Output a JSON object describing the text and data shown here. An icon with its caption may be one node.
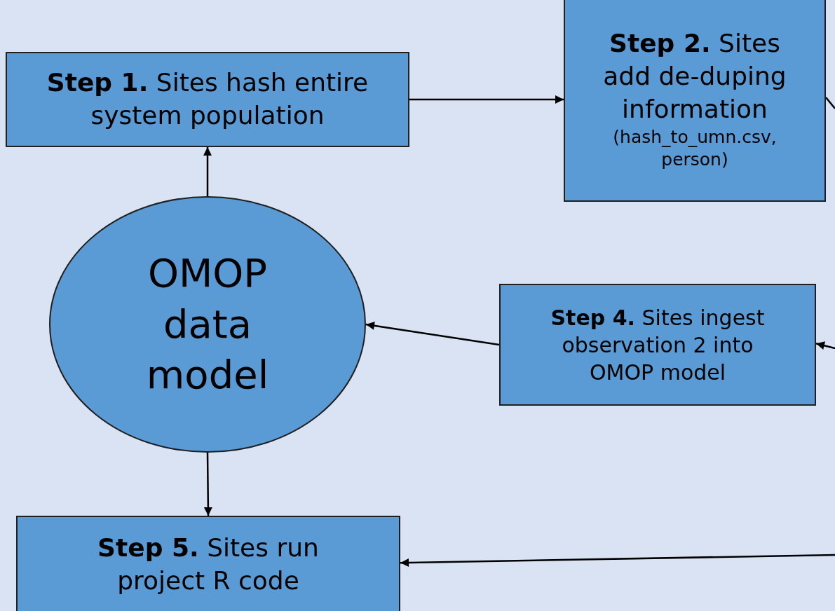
{
  "diagram": {
    "nodes": [
      {
        "text": [
          "**Step 1.** Sites hash entire system population"
        ]
      },
      {
        "text": [
          "**Step 2.** Sites add de-duping information",
          "(hash_to_umn.csv, person)"
        ]
      },
      {
        "text": [
          "OMOP data model"
        ]
      },
      {
        "text": [
          "**Step 4.** Sites ingest observation 2 into OMOP model"
        ]
      },
      {
        "text": [
          "**Step 5.** Sites run project R code"
        ]
      }
    ],
    "edges": [
      {
        "from": 2,
        "to": 0,
        "arrow": "to"
      },
      {
        "from": 0,
        "to": 1,
        "arrow": "to"
      },
      {
        "from": 1,
        "to": null,
        "arrow": "none"
      },
      {
        "from": null,
        "to": 3,
        "arrow": "to"
      },
      {
        "from": 3,
        "to": 2,
        "arrow": "to"
      },
      {
        "from": 2,
        "to": 4,
        "arrow": "to"
      },
      {
        "from": null,
        "to": 4,
        "arrow": "to"
      }
    ]
  }
}
